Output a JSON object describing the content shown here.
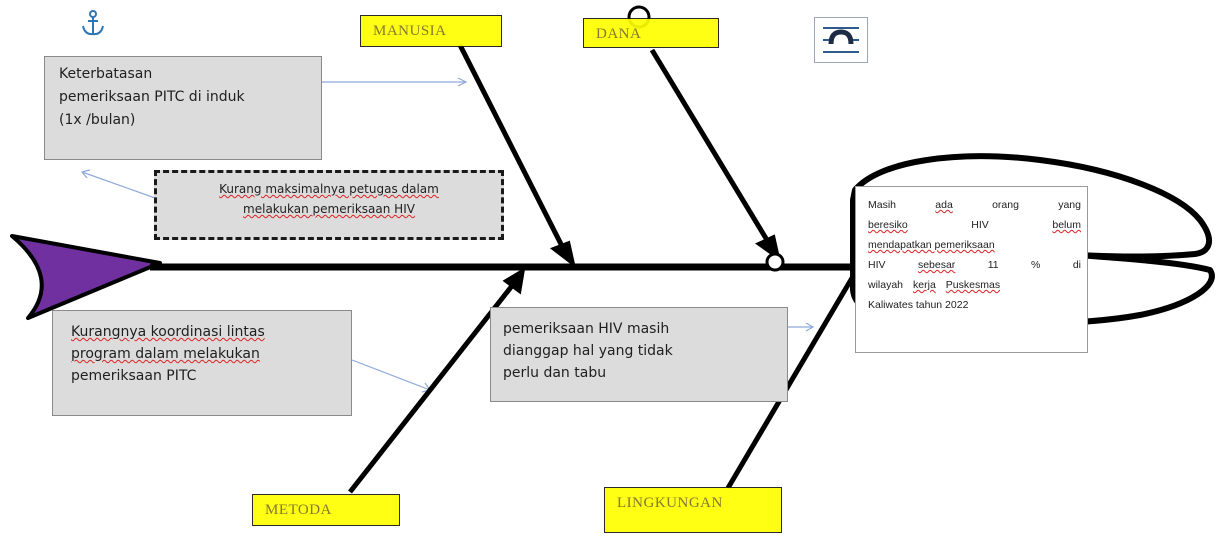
{
  "categories": {
    "manusia": "MANUSIA",
    "dana": "DANA",
    "metoda": "METODA",
    "lingkungan": "LINGKUNGAN"
  },
  "causes": {
    "keterbatasan": [
      "Keterbatasan",
      "pemeriksaan PITC di induk",
      "(1x /bulan)"
    ],
    "kurang_maksimal": [
      "Kurang maksimalnya petugas dalam",
      "melakukan pemeriksaan  HIV"
    ],
    "koordinasi": [
      "Kurangnya koordinasi lintas",
      "program dalam melakukan",
      "pemeriksaan PITC"
    ],
    "tabu": [
      "pemeriksaan HIV masih",
      "dianggap hal yang tidak",
      "perlu dan tabu"
    ]
  },
  "effect": {
    "lines": [
      [
        "Masih",
        "ada",
        "orang",
        "yang"
      ],
      [
        "beresiko",
        "HIV",
        "belum"
      ],
      [
        "mendapatkan pemeriksaan"
      ],
      [
        "HIV",
        "sebesar",
        "11",
        "%",
        "di"
      ],
      [
        "wilayah",
        "kerja",
        "Puskesmas"
      ],
      [
        "Kaliwates tahun 2022"
      ]
    ]
  },
  "icons": {
    "anchor": "anchor-icon",
    "text_wrap": "text-wrap-icon"
  },
  "colors": {
    "label_fill": "#ffff00",
    "box_fill": "#dcdcdc",
    "fish_tail": "#7030a0",
    "bone": "#000000",
    "connector": "#8eaadb",
    "spellcheck": "#dd2222"
  }
}
